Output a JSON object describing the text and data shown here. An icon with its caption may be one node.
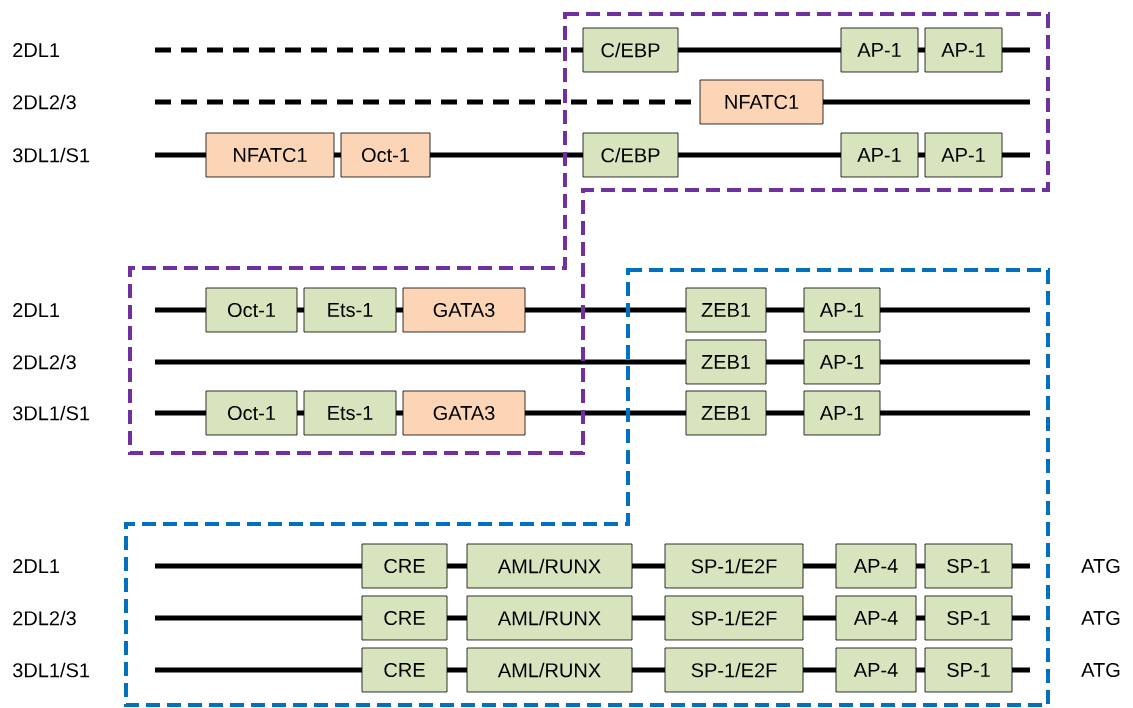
{
  "diagram": {
    "nodes": [
      {
        "text": [
          "C/EBP"
        ]
      },
      {
        "text": [
          "AP-1"
        ]
      },
      {
        "text": [
          "AP-1"
        ]
      },
      {
        "text": [
          "NFATC1"
        ]
      },
      {
        "text": [
          "NFATC1"
        ]
      },
      {
        "text": [
          "Oct-1"
        ]
      },
      {
        "text": [
          "C/EBP"
        ]
      },
      {
        "text": [
          "AP-1"
        ]
      },
      {
        "text": [
          "AP-1"
        ]
      },
      {
        "text": [
          "Oct-1"
        ]
      },
      {
        "text": [
          "Ets-1"
        ]
      },
      {
        "text": [
          "GATA3"
        ]
      },
      {
        "text": [
          "ZEB1"
        ]
      },
      {
        "text": [
          "AP-1"
        ]
      },
      {
        "text": [
          "ZEB1"
        ]
      },
      {
        "text": [
          "AP-1"
        ]
      },
      {
        "text": [
          "Oct-1"
        ]
      },
      {
        "text": [
          "Ets-1"
        ]
      },
      {
        "text": [
          "GATA3"
        ]
      },
      {
        "text": [
          "ZEB1"
        ]
      },
      {
        "text": [
          "AP-1"
        ]
      },
      {
        "text": [
          "CRE"
        ]
      },
      {
        "text": [
          "AML/RUNX"
        ]
      },
      {
        "text": [
          "SP-1/E2F"
        ]
      },
      {
        "text": [
          "AP-4"
        ]
      },
      {
        "text": [
          "SP-1"
        ]
      },
      {
        "text": [
          "CRE"
        ]
      },
      {
        "text": [
          "AML/RUNX"
        ]
      },
      {
        "text": [
          "SP-1/E2F"
        ]
      },
      {
        "text": [
          "AP-4"
        ]
      },
      {
        "text": [
          "SP-1"
        ]
      },
      {
        "text": [
          "CRE"
        ]
      },
      {
        "text": [
          "AML/RUNX"
        ]
      },
      {
        "text": [
          "SP-1/E2F"
        ]
      },
      {
        "text": [
          "AP-4"
        ]
      },
      {
        "text": [
          "SP-1"
        ]
      }
    ],
    "labels": [
      "2DL1",
      "2DL2/3",
      "3DL1/S1",
      "2DL1",
      "2DL2/3",
      "3DL1/S1",
      "2DL1",
      "ATG",
      "2DL2/3",
      "ATG",
      "3DL1/S1",
      "ATG"
    ]
  }
}
